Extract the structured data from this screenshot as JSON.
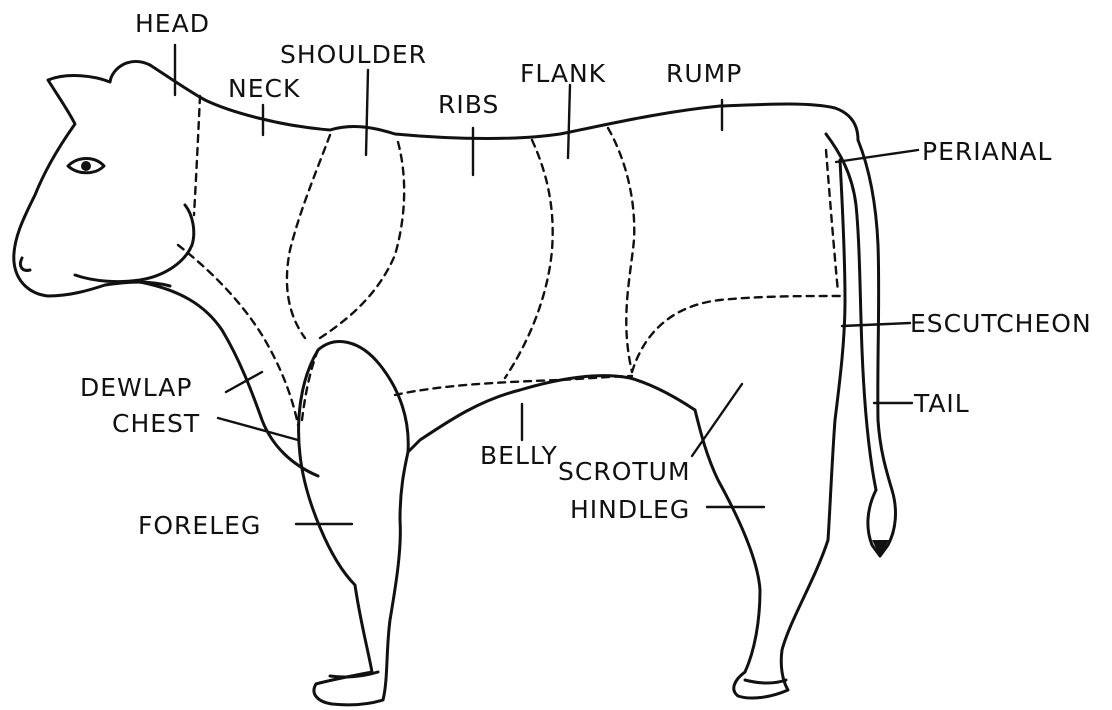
{
  "figure": {
    "subject": "cow body regions",
    "labels": {
      "head": "HEAD",
      "neck": "NECK",
      "shoulder": "SHOULDER",
      "ribs": "RIBS",
      "flank": "FLANK",
      "rump": "RUMP",
      "perianal": "PERIANAL",
      "escutcheon": "ESCUTCHEON",
      "tail": "TAIL",
      "dewlap": "DEWLAP",
      "chest": "CHEST",
      "belly": "BELLY",
      "scrotum": "SCROTUM",
      "hindleg": "HINDLEG",
      "foreleg": "FORELEG"
    }
  }
}
